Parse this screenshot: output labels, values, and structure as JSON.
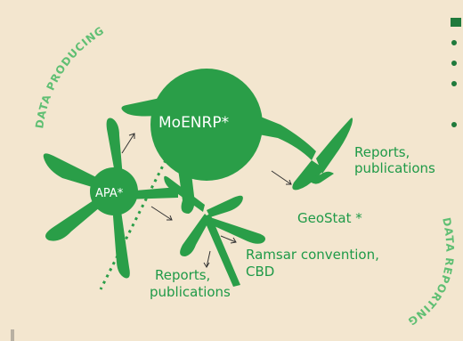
{
  "labels": {
    "moenrp": "MoENRP*",
    "apa": "APA*",
    "reports_top_1": "Reports,",
    "reports_top_2": "publications",
    "geostat": "GeoStat *",
    "ramsar_1": "Ramsar convention,",
    "ramsar_2": "CBD",
    "reports_bottom_1": "Reports,",
    "reports_bottom_2": "publications"
  },
  "arc_labels": {
    "data_producing": "DATA PRODUCING",
    "data_reporting": "DATA REPORTING"
  },
  "colors": {
    "background": "#f3e6cf",
    "shape_green": "#2a9e48",
    "text_green": "#1f9a48",
    "arc_green": "#5fbf73",
    "arrow": "#333333"
  }
}
